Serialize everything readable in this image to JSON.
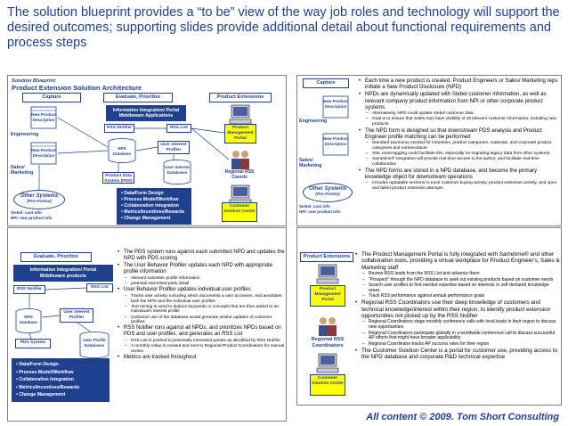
{
  "headline": "The solution blueprint provides a “to be” view of the way job roles and technology will support the desired outcomes; supporting slides provide additional detail about functional requirements and process steps",
  "diagram": {
    "subtitle": "Solution Blueprint:",
    "title": "Product Extension Solution Architecture",
    "capture": "Capture",
    "evaluate": "Evaluate, Prioritize",
    "extensions": "Product Extensions",
    "middleware": "Information Integration/ Portal Middleware Applications",
    "new_product_desc": "New Product Description",
    "engineering": "Engineering",
    "sales_marketing": "Sales/ Marketing",
    "rss_notifier": "RSS Notifier",
    "rss_list": "RSS List",
    "npd_database": "NPD Database",
    "user_interest_profiler": "User Interest Profiler",
    "user_interest_databases": "User Interest Databases",
    "product_data_system": "Product Data System (PDS)",
    "pdm_portal": "Product Management Portal",
    "regional_rss_coords": "Regional RSS Coords",
    "customer_solution_center": "Customer Solution Center",
    "other_systems": "Other Systems",
    "forms": "(Pro-Forma)",
    "siebel": "Siebel: cust info",
    "npi": "NPI: new product info",
    "features": [
      "Data/Form Design",
      "Process Model/Workflow",
      "Collaboration Integration",
      "Metrics/Incentives/Rewards",
      "Change Management"
    ]
  },
  "panel2": {
    "capture": "Capture",
    "new_product_desc": "New Product Description",
    "engineering": "Engineering",
    "sales_marketing": "Sales/ Marketing",
    "other_systems": "Other Systems",
    "forms": "(Pro-Forma)",
    "siebel": "Siebel: cust info",
    "npi": "NPI: new product info",
    "bullets": [
      {
        "text": "Each time a new product is created, Product Engineers or Sales/ Marketing reps initiate a New Product Disclosure (NPD)",
        "subs": []
      },
      {
        "text": "NPDs are dynamically updated with Siebel customer information, as well as relevant company product information from NPI or other corporate product systems",
        "subs": [
          "Alternatively, NPD could update Siebel customer data",
          "Goal is to ensure that Sales reps have visibility of all relevant customer information, including new products"
        ]
      },
      {
        "text": "The NPD form is designed so that downstream PDS analysis and Product Engineer profile matching can be performed",
        "subs": [
          "Standard taxonomy needed for industries, product categories, materials, and corporate product categories and nomenclature",
          "XML meta-tagging could facilitate this, especially for migrating legacy data from other systems",
          "Sametime® integration will provide real-time access to the author, and facilitate real-time collaboration"
        ]
      },
      {
        "text": "The NPD forms are stored in a NPD database, and become the primary knowledge object for downstream operations",
        "subs": [
          "Includes updatable sections to track customer buying activity, product extension activity, and open and failed product extension attempts"
        ]
      }
    ]
  },
  "panel3": {
    "evaluate": "Evaluate, Prioritize",
    "middleware": "Information Integration/ Portal Middleware products",
    "rss_notifier": "RSS Notifier",
    "rss_list": "RSS List",
    "npd_database": "NPD Database",
    "user_interest_profiler": "User Interest Profiler",
    "user_profile_databases": "User Profile Databases",
    "pds_system": "PDS System",
    "features": [
      "Data/Form Design",
      "Process Model/Workflow",
      "Collaboration Integration",
      "Metrics/Incentives/Rewards",
      "Change Management"
    ],
    "bullets": [
      {
        "text": "The PDS system runs against each submitted NPD and updates the NPD with PDS scoring",
        "subs": []
      },
      {
        "text": "The User Behavior Profiler updates each NPD with appropriate profile information",
        "subs": [
          "relevant submitter profile information",
          "potential interested party detail"
        ]
      },
      {
        "text": "User Behavior Profiler updates individual user profiles",
        "subs": [
          "Tracks user activity, including which documents a user accesses, and annotates both the NPD and the individual user profiles",
          "Text mining is used to deduce keywords or concepts that are then added to an individual's interest profile",
          "Customer use of the database would generate similar updates of customer profiles"
        ]
      },
      {
        "text": "RSS Notifier runs against all NPDs, and prioritizes NPDs based on PDS and user profiles, and generates an RSS List",
        "subs": [
          "RSS List is pushed to potentially interested parties as identified by RSS Notifier",
          "A monthly rollup is created and sent to Regional Product Coordinators for manual review"
        ]
      },
      {
        "text": "Metrics are tracked throughout",
        "subs": []
      }
    ]
  },
  "panel4": {
    "extensions": "Product Extensions",
    "pdm_portal": "Product Management Portal",
    "regional_rss_coords": "Regional RSS Coordinators",
    "customer_solution_center": "Customer Solution Center",
    "bullets": [
      {
        "text": "The Product Management Portal is fully integrated with Sametime® and other collaboration tools, providing a virtual workplace for Product Engineer's, Sales & Marketing staff",
        "subs": [
          "Review RSS leads from the RSS List and advance them",
          "“Prospect” through the NPD database to seek out existing products based on customer needs",
          "Search user profiles to find needed expertise based on interests or self-declared knowledge areas",
          "Track RSS performance against annual performance goals"
        ]
      },
      {
        "text": "Regional RSS Coordinators use their deep knowledge of customers and technical knowledge/interest within their region, to identify product extension opportunities not picked up by the RSS Notifier",
        "subs": [
          "Regional Coordinators stage monthly conference calls with local leads in their region to discuss new opportunities",
          "Regional Coordinators participate globally in a worldwide conference call to discuss successful AP efforts that might have broader applicability",
          "Regional Coordinator tracks AP success rates for their region"
        ]
      },
      {
        "text": "The Customer Solution Center is a portal for customer use, providing access to the NPD database and corporate R&D technical expertise",
        "subs": []
      }
    ]
  },
  "footer": "All content © 2009. Tom Short Consulting",
  "colors": {
    "navy": "#1f3f8f",
    "border": "#7f7f7f",
    "highlight": "#ffff00"
  }
}
